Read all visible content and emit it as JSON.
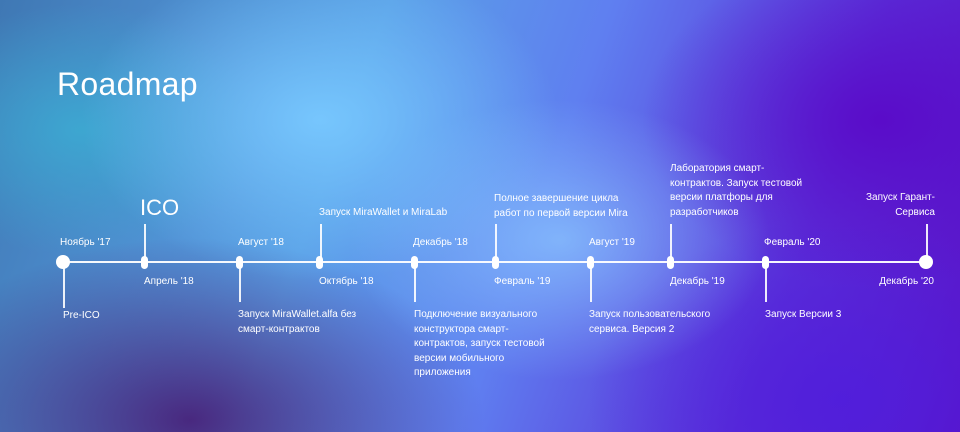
{
  "title": "Roadmap",
  "ico_label": "ICO",
  "milestones": [
    {
      "date": "Ноябрь '17",
      "desc": "Pre-ICO"
    },
    {
      "date": "Апрель '18",
      "desc": ""
    },
    {
      "date": "Август '18",
      "desc": "Запуск MiraWallet.alfa без смарт-контрактов"
    },
    {
      "date": "Октябрь '18",
      "desc": "Запуск MiraWallet и MiraLab"
    },
    {
      "date": "Декабрь '18",
      "desc": "Подключение визуального конструктора смарт-контрактов, запуск тестовой версии мобильного приложения"
    },
    {
      "date": "Февраль '19",
      "desc": "Полное завершение цикла работ по первой версии Mira"
    },
    {
      "date": "Август '19",
      "desc": "Запуск пользовательского сервиса. Версия 2"
    },
    {
      "date": "Декабрь '19",
      "desc": "Лаборатория смарт-контрактов. Запуск тестовой версии платфоры для разработчиков"
    },
    {
      "date": "Февраль '20",
      "desc": "Запуск Версии 3"
    },
    {
      "date": "Декабрь '20",
      "desc": "Запуск Гарант-Сервиса"
    }
  ]
}
